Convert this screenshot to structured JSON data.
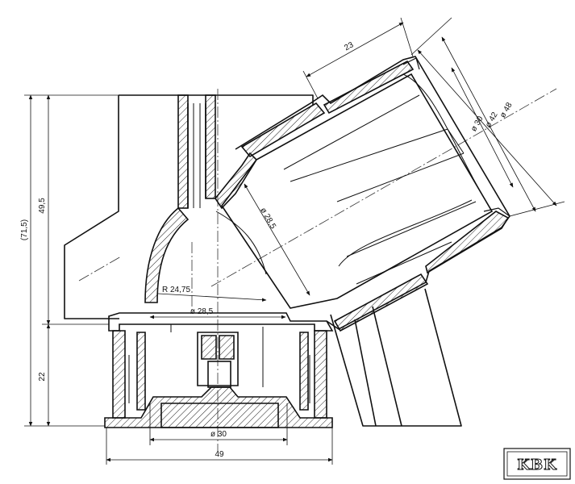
{
  "drawing": {
    "dimensions": {
      "overall_height": "(71,5)",
      "upper_height": "49,5",
      "lower_height": "22",
      "sleeve_length": "23",
      "outer_diameter": "ø 48",
      "mid_diameter": "ø 42",
      "inner_diameter": "ø 30",
      "socket_diameter": "ø 28,5",
      "bend_radius": "R 24,75",
      "seat_diameter": "ø 28,5",
      "base_inner_diameter": "ø 30",
      "base_width": "49"
    },
    "logo": {
      "text": "KBK"
    }
  }
}
